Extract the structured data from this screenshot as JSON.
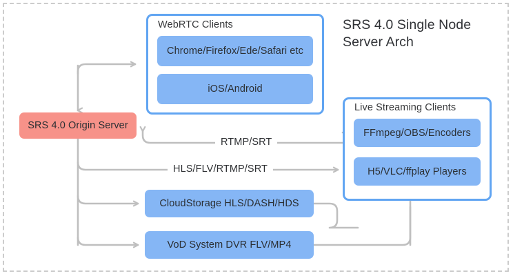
{
  "diagram": {
    "heading": "SRS 4.0 Single Node\nServer Arch",
    "frame_style": "dashed",
    "colors": {
      "node_blue": "#85B6F5",
      "node_red": "#F79289",
      "panel_border": "#61A5F2",
      "connector": "#BFBFBF",
      "frame": "#CCCCCC",
      "text": "#2B2F33"
    },
    "panels": [
      {
        "id": "webrtc-clients",
        "title": "WebRTC Clients",
        "nodes": [
          {
            "id": "browsers",
            "label": "Chrome/Firefox/Ede/Safari etc"
          },
          {
            "id": "mobile",
            "label": "iOS/Android"
          }
        ]
      },
      {
        "id": "live-streaming-clients",
        "title": "Live Streaming Clients",
        "nodes": [
          {
            "id": "encoders",
            "label": "FFmpeg/OBS/Encoders"
          },
          {
            "id": "players",
            "label": "H5/VLC/ffplay Players"
          }
        ]
      }
    ],
    "nodes": [
      {
        "id": "origin-server",
        "label": "SRS 4.0 Origin Server",
        "color": "red"
      },
      {
        "id": "cloud-storage",
        "label": "CloudStorage HLS/DASH/HDS",
        "color": "blue"
      },
      {
        "id": "vod-system",
        "label": "VoD System DVR FLV/MP4",
        "color": "blue"
      }
    ],
    "edge_labels": [
      {
        "id": "rtmp-srt",
        "label": "RTMP/SRT"
      },
      {
        "id": "hls-flv-rtmp-srt",
        "label": "HLS/FLV/RTMP/SRT"
      }
    ]
  }
}
